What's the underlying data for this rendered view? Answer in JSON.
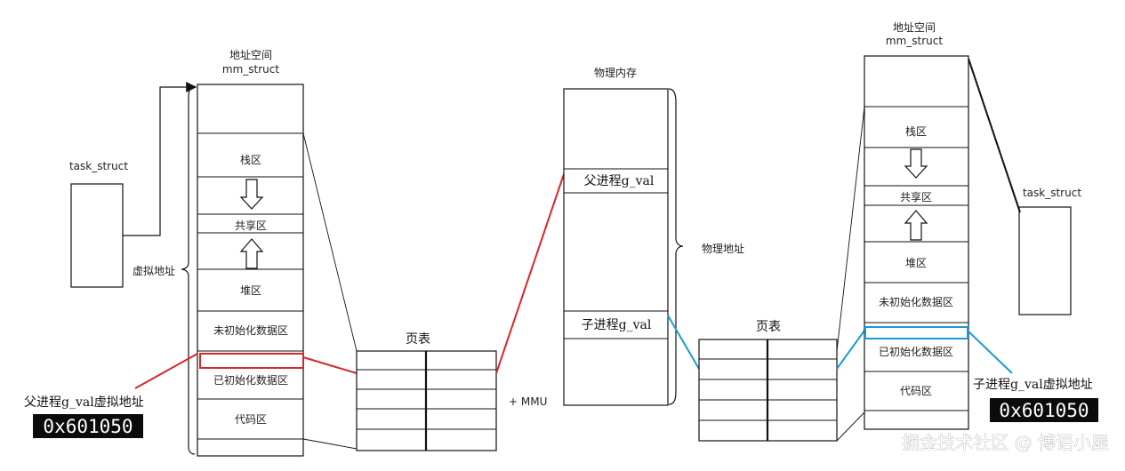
{
  "left": {
    "title_line1": "地址空间",
    "title_line2": "mm_struct",
    "task_struct": "task_struct",
    "virtual_addr_label": "虚拟地址",
    "segments": {
      "stack": "栈区",
      "shared": "共享区",
      "heap": "堆区",
      "bss": "未初始化数据区",
      "data": "已初始化数据区",
      "code": "代码区"
    },
    "var_label": "父进程g_val虚拟地址",
    "address": "0x601050",
    "page_table_title": "页表"
  },
  "mmu_label": "+ MMU",
  "physical": {
    "title": "物理内存",
    "parent_val": "父进程g_val",
    "child_val": "子进程g_val",
    "brace_label": "物理地址"
  },
  "right": {
    "title_line1": "地址空间",
    "title_line2": "mm_struct",
    "task_struct": "task_struct",
    "segments": {
      "stack": "栈区",
      "shared": "共享区",
      "heap": "堆区",
      "bss": "未初始化数据区",
      "data": "已初始化数据区",
      "code": "代码区"
    },
    "var_label": "子进程g_val虚拟地址",
    "address": "0x601050",
    "page_table_title": "页表"
  },
  "watermark": "掘金技术社区 @ 博语小屋",
  "colors": {
    "parent_highlight": "#d9262b",
    "child_highlight": "#1a9ad6",
    "outline": "#111111"
  }
}
